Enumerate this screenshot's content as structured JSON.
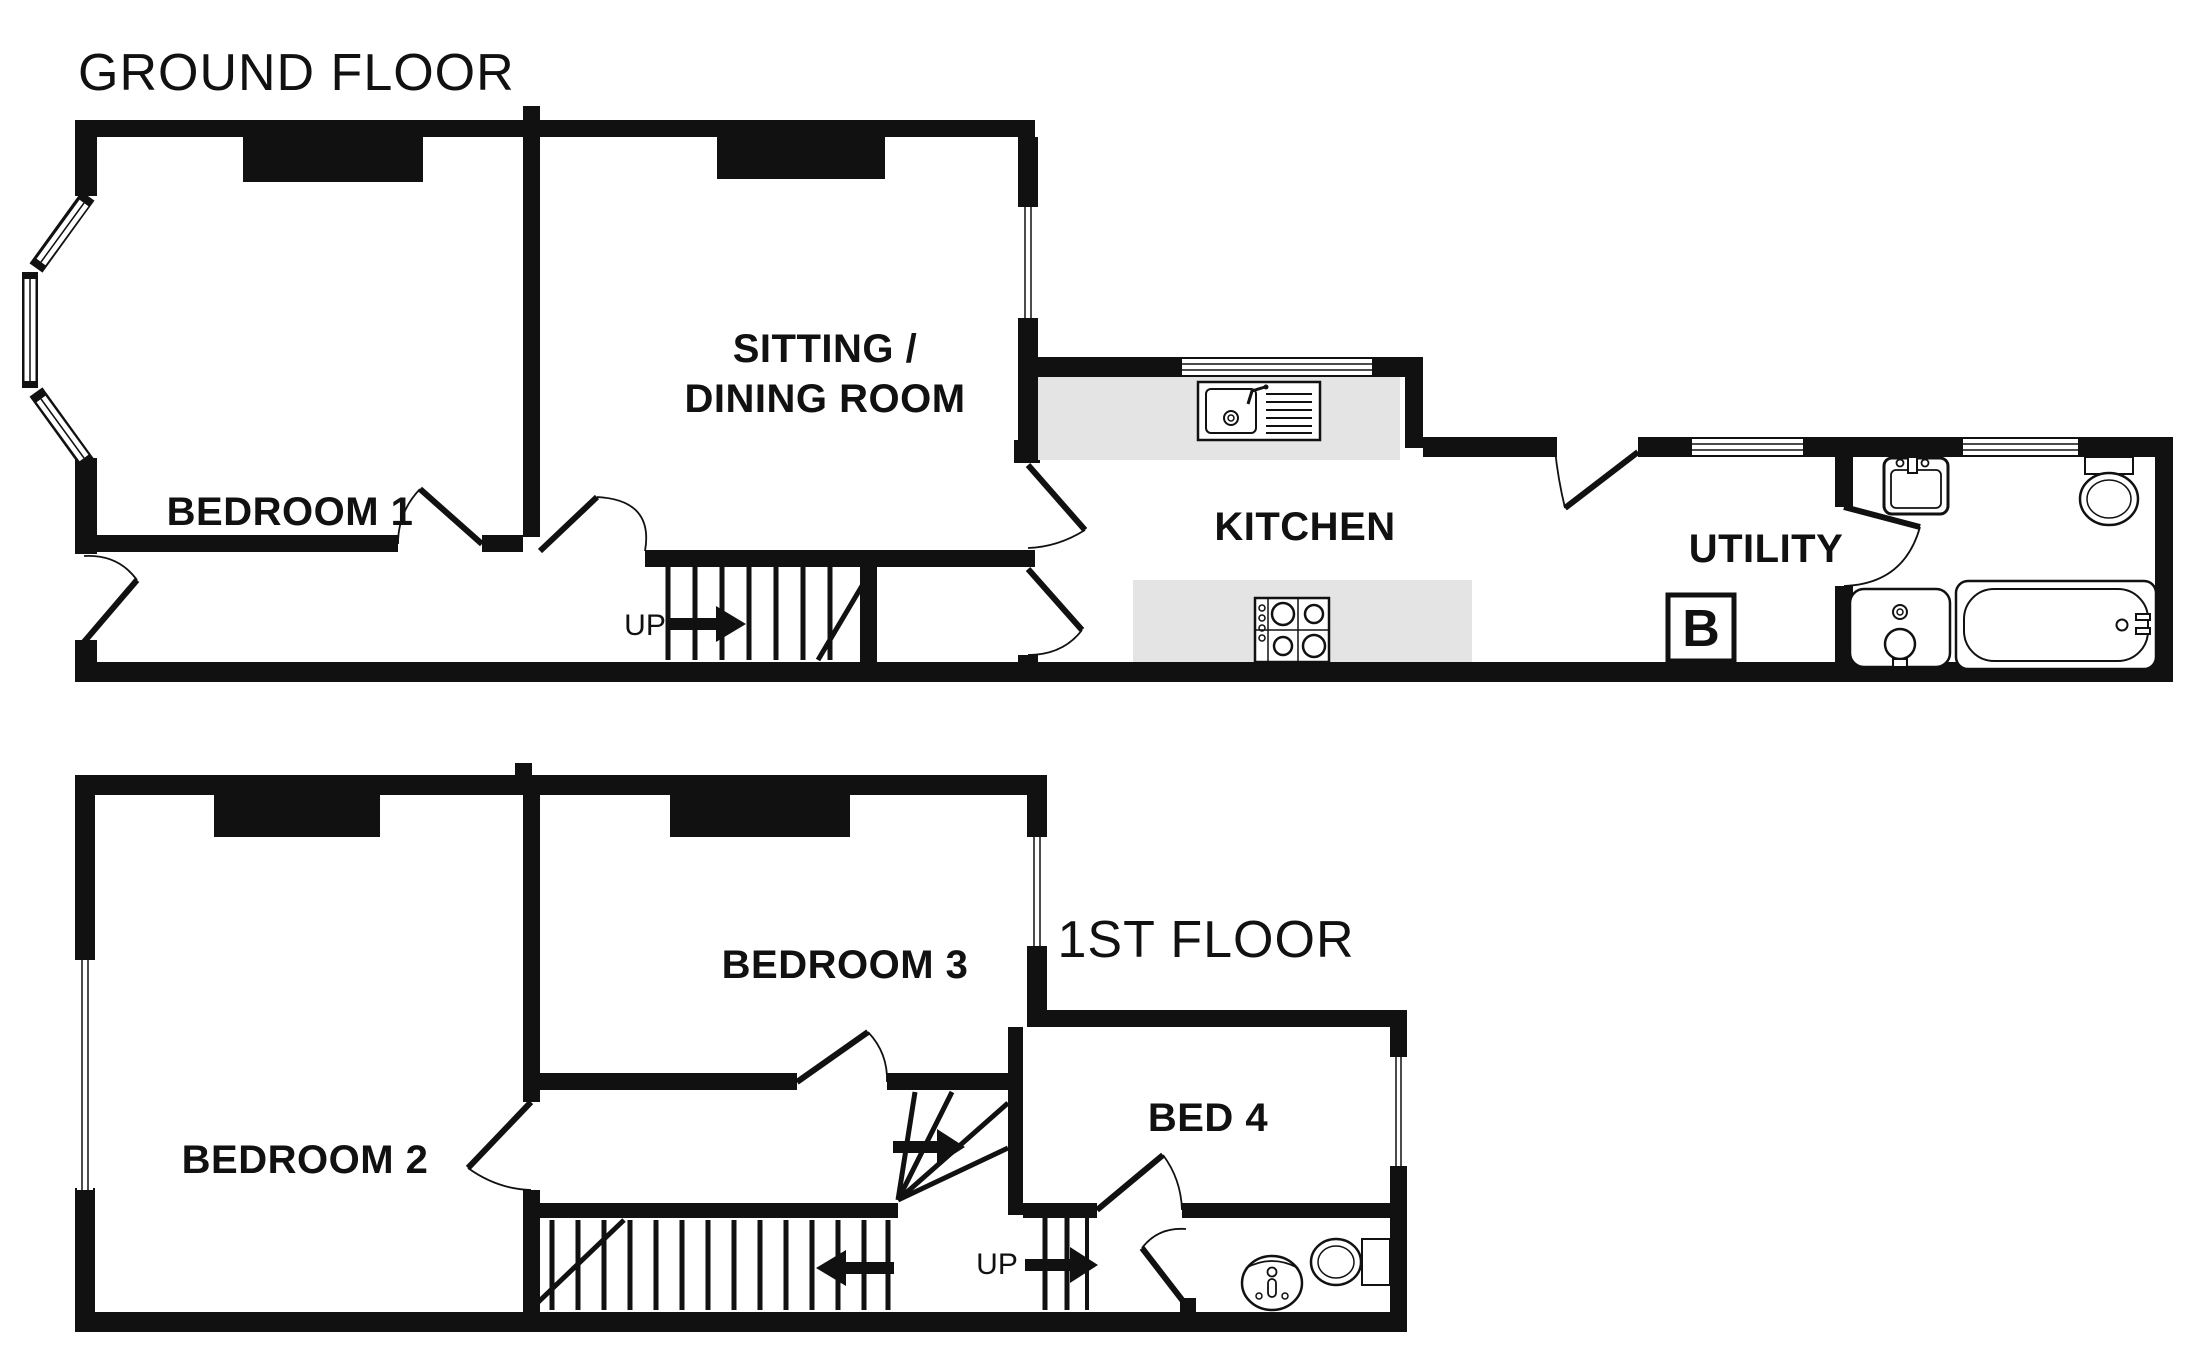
{
  "ground_floor": {
    "title": "GROUND FLOOR",
    "rooms": {
      "bedroom1": "BEDROOM 1",
      "sitting_dining_line1": "SITTING /",
      "sitting_dining_line2": "DINING ROOM",
      "kitchen": "KITCHEN",
      "utility": "UTILITY"
    },
    "stairs_label": "UP",
    "boiler_label": "B",
    "fixtures": [
      "kitchen-sink",
      "hob",
      "bathroom-sink",
      "toilet",
      "bathtub",
      "washbasin",
      "boiler"
    ]
  },
  "first_floor": {
    "title": "1ST FLOOR",
    "rooms": {
      "bedroom2": "BEDROOM 2",
      "bedroom3": "BEDROOM 3",
      "bed4": "BED 4"
    },
    "stairs_label": "UP",
    "fixtures": [
      "washbasin",
      "toilet"
    ]
  },
  "colors": {
    "wall": "#111111",
    "counter": "#e4e4e4",
    "background": "#ffffff",
    "text": "#111111"
  }
}
